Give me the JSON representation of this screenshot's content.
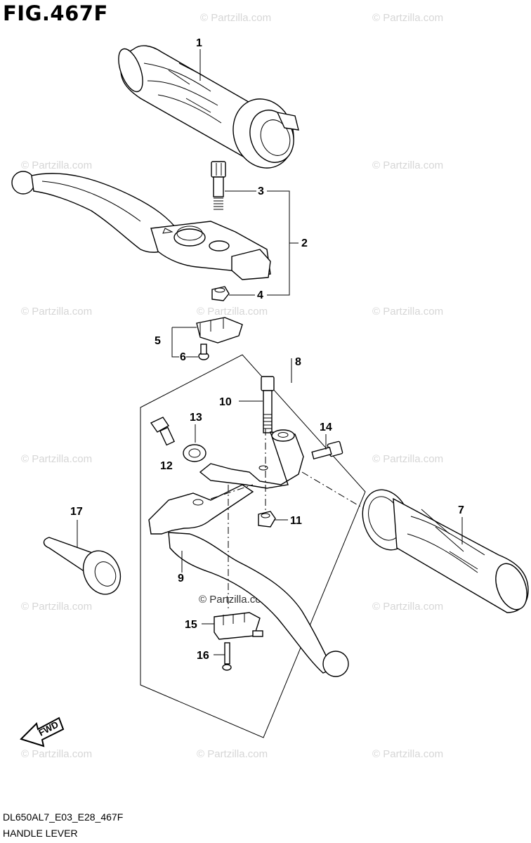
{
  "figure": {
    "title": "FIG.467F",
    "model_code": "DL650AL7_E03_E28_467F",
    "caption": "HANDLE LEVER"
  },
  "watermark": {
    "text": "© Partzilla.com",
    "color": "#d6d6d6"
  },
  "fwd_label": "FWD",
  "callouts": {
    "c1": "1",
    "c2": "2",
    "c3": "3",
    "c4": "4",
    "c5": "5",
    "c6": "6",
    "c7": "7",
    "c8": "8",
    "c9": "9",
    "c10": "10",
    "c11": "11",
    "c12": "12",
    "c13": "13",
    "c14": "14",
    "c15": "15",
    "c16": "16",
    "c17": "17"
  }
}
